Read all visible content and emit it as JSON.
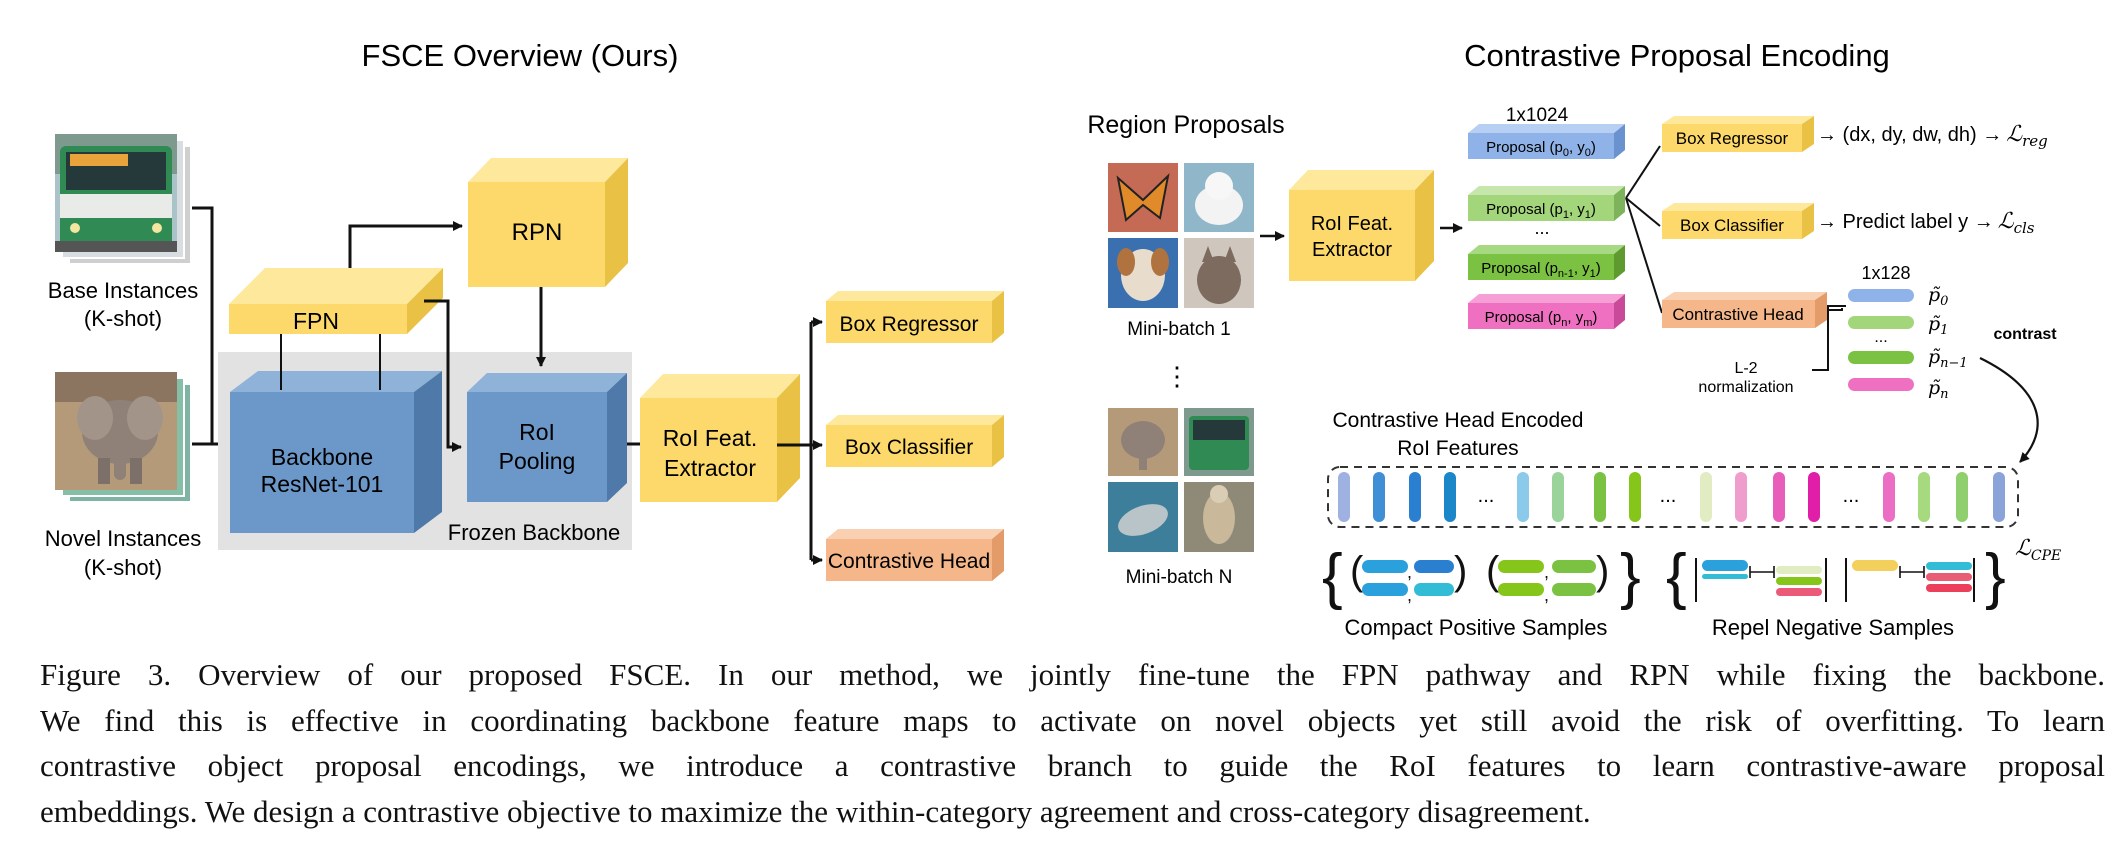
{
  "left_panel": {
    "title": "FSCE Overview (Ours)",
    "base_instances": "Base Instances",
    "base_shot": "(K-shot)",
    "novel_instances": "Novel Instances",
    "novel_shot": "(K-shot)",
    "fpn": "FPN",
    "rpn": "RPN",
    "backbone_line1": "Backbone",
    "backbone_line2": "ResNet-101",
    "roi_pool_line1": "RoI",
    "roi_pool_line2": "Pooling",
    "frozen_backbone": "Frozen Backbone",
    "roi_extractor_line1": "RoI Feat.",
    "roi_extractor_line2": "Extractor",
    "box_regressor": "Box Regressor",
    "box_classifier": "Box Classifier",
    "contrastive_head": "Contrastive Head"
  },
  "right_panel": {
    "title": "Contrastive Proposal Encoding",
    "region_proposals": "Region Proposals",
    "mini_batch_1": "Mini-batch 1",
    "vdots": "⋮",
    "mini_batch_n": "Mini-batch N",
    "roi_extractor_line1": "RoI  Feat.",
    "roi_extractor_line2": "Extractor",
    "dim_1024": "1x1024",
    "proposals": [
      {
        "pre": "Proposal (p",
        "sub1": "0",
        "mid": ", y",
        "sub2": "0",
        "post": ")"
      },
      {
        "pre": "Proposal (p",
        "sub1": "1",
        "mid": ", y",
        "sub2": "1",
        "post": ")"
      },
      {
        "pre": "Proposal (p",
        "sub1": "n-1",
        "mid": ", y",
        "sub2": "1",
        "post": ")"
      },
      {
        "pre": "Proposal (p",
        "sub1": "n",
        "mid": ", y",
        "sub2": "m",
        "post": ")"
      }
    ],
    "proposal_dots": "...",
    "box_regressor": "Box Regressor",
    "box_classifier": "Box Classifier",
    "contrastive_head": "Contrastive Head",
    "reg_output": "→ (dx, dy, dw, dh) →",
    "reg_loss": "ℒ",
    "reg_loss_sub": "reg",
    "cls_output": "→ Predict label y →",
    "cls_loss": "ℒ",
    "cls_loss_sub": "cls",
    "dim_128": "1x128",
    "p_labels": [
      {
        "sym": "p̃",
        "sub": "0"
      },
      {
        "sym": "p̃",
        "sub": "1"
      },
      {
        "sym": "p̃",
        "sub": "n−1"
      },
      {
        "sym": "p̃",
        "sub": "n"
      }
    ],
    "feature_dots": "...",
    "l2_line1": "L-2",
    "l2_line2": "normalization",
    "contrast": "contrast",
    "encoded_line1": "Contrastive Head Encoded",
    "encoded_line2": "RoI Features",
    "cpe_loss": "ℒ",
    "cpe_loss_sub": "CPE",
    "compact_positive": "Compact Positive Samples",
    "repel_negative": "Repel Negative Samples",
    "strip_dots": [
      "...",
      "...",
      "..."
    ]
  },
  "caption": {
    "line1": "Figure 3. Overview of our proposed FSCE. In our method, we jointly fine-tune the FPN pathway and RPN while fixing the backbone.",
    "line2": "We find this is effective in coordinating backbone feature maps to activate on novel objects yet still avoid the risk of overfitting. To learn",
    "line3": "contrastive object proposal encodings, we introduce a contrastive branch to guide the RoI features to learn contrastive-aware proposal",
    "line4": "embeddings. We design a contrastive objective to maximize the within-category agreement and cross-category disagreement."
  },
  "colors": {
    "yellow": "#fcd96a",
    "blue_box": "#6b97c9",
    "frozen_bg": "#e2e2e2",
    "orange": "#f5b78a",
    "proposal_blue": "#8fb3e8",
    "proposal_green": "#a3d57b",
    "proposal_green_dark": "#7cc242",
    "proposal_pink": "#ef6fc0"
  },
  "icons": [
    "bus-photo",
    "elephant-photo",
    "butterfly-photo",
    "kitten-photo",
    "puppy-photo",
    "cat-photo",
    "dolphin-photo",
    "hawk-photo"
  ]
}
